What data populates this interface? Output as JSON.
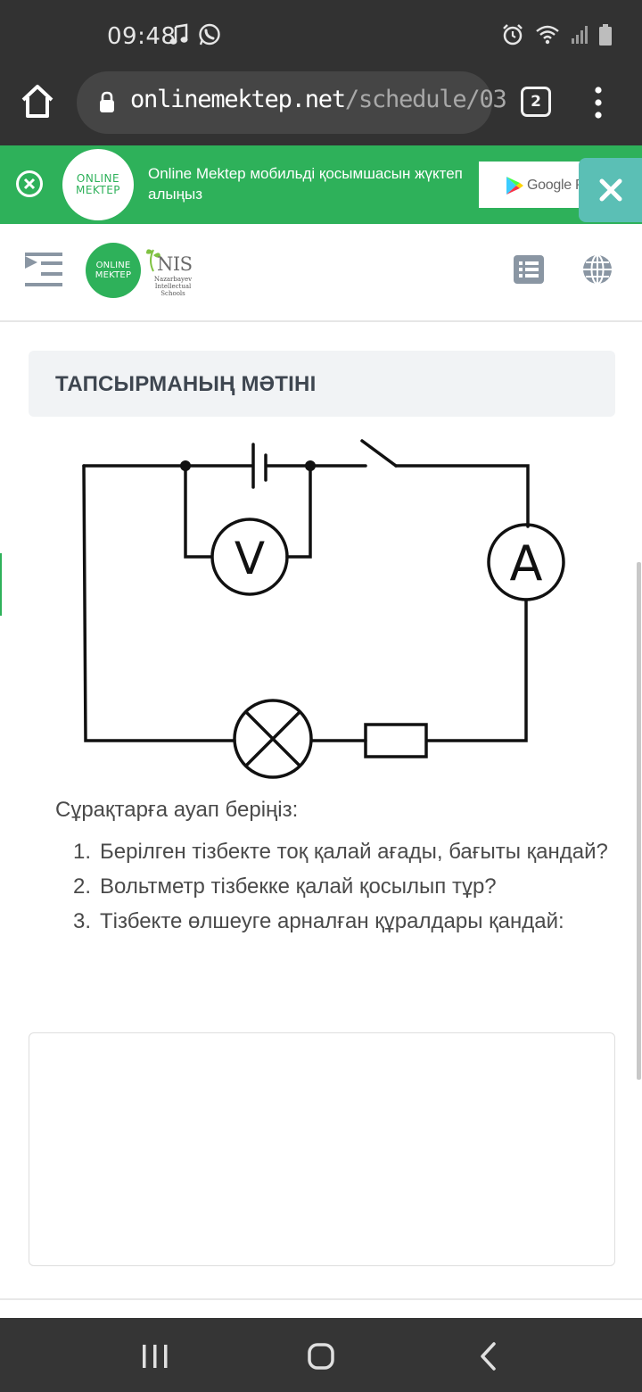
{
  "status_bar": {
    "time": "09:48",
    "left_icons": [
      "music-note-icon",
      "whatsapp-icon"
    ],
    "right_icons": [
      "alarm-icon",
      "wifi-icon",
      "signal-icon",
      "battery-icon"
    ]
  },
  "browser": {
    "url_domain": "onlinemektep.net",
    "url_path": "/schedule/03",
    "tab_count": "2"
  },
  "banner": {
    "logo_line1": "ONLINE",
    "logo_line2": "MEKTEP",
    "text": "Online Mektep мобильді қосымшасын жүктеп алыңыз",
    "store_label": "Google P"
  },
  "site_header": {
    "logo_line1": "ONLINE",
    "logo_line2": "MEKTEP",
    "partner_title": "NIS",
    "partner_sub": "Nazarbayev Intellectual Schools"
  },
  "task": {
    "title": "ТАПСЫРМАНЫҢ МӘТІНІ",
    "circuit_labels": {
      "voltmeter": "V",
      "ammeter": "A"
    },
    "intro": "Сұрақтарға ауап беріңіз:",
    "questions": [
      {
        "num": "1.",
        "text": "Берілген тізбекте тоқ қалай ағады, бағыты қандай?"
      },
      {
        "num": "2.",
        "text": "Вольтметр тізбекке қалай қосылып тұр?"
      },
      {
        "num": "3.",
        "text": "Тізбекте өлшеуге арналған құралдары қандай:"
      }
    ],
    "answer_value": ""
  },
  "colors": {
    "brand_green": "#2eb15a",
    "chrome_dark": "#323232",
    "close_teal": "#5bbfb5",
    "title_box": "#f1f3f5",
    "icon_grey": "#8a96a3"
  }
}
